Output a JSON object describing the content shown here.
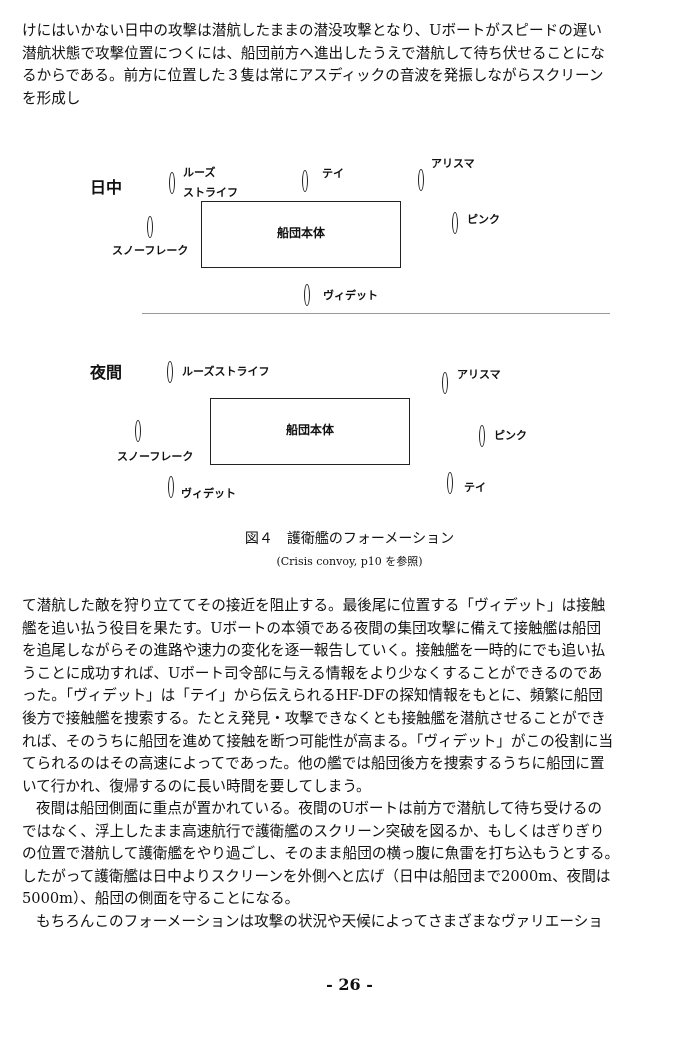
{
  "intro_lines": [
    "けにはいかない日中の攻撃は潜航したままの潜没攻撃となり、Uボートがスピードの遅い",
    "潜航状態で攻撃位置につくには、船団前方へ進出したうえで潜航して待ち伏せることにな",
    "るからである。前方に位置した３隻は常にアスディックの音波を発振しながらスクリーン",
    "を形成し"
  ],
  "figure": {
    "day": {
      "title": "日中",
      "convoy_label": "船団本体",
      "ships": {
        "loosestrife_line1": "ルーズ",
        "loosestrife_line2": "ストライフ",
        "tay": "テイ",
        "alisma": "アリスマ",
        "pink": "ピンク",
        "snowflake": "スノーフレーク",
        "vidette": "ヴィデット"
      }
    },
    "night": {
      "title": "夜間",
      "convoy_label": "船団本体",
      "ships": {
        "loosestrife": "ルーズストライフ",
        "alisma": "アリスマ",
        "pink": "ピンク",
        "snowflake": "スノーフレーク",
        "vidette": "ヴィデット",
        "tay": "テイ"
      }
    },
    "caption": "図４　護衛艦のフォーメーション",
    "source": "(Crisis convoy, p10 を参照)"
  },
  "body_lines": [
    "て潜航した敵を狩り立ててその接近を阻止する。最後尾に位置する「ヴィデット」は接触",
    "艦を追い払う役目を果たす。Uボートの本領である夜間の集団攻撃に備えて接触艦は船団",
    "を追尾しながらその進路や速力の変化を逐一報告していく。接触艦を一時的にでも追い払",
    "うことに成功すれば、Uボート司令部に与える情報をより少なくすることができるのであ",
    "った。「ヴィデット」は「テイ」から伝えられるHF-DFの探知情報をもとに、頻繁に船団",
    "後方で接触艦を捜索する。たとえ発見・攻撃できなくとも接触艦を潜航させることができ",
    "れば、そのうちに船団を進めて接触を断つ可能性が高まる。「ヴィデット」がこの役割に当",
    "てられるのはその高速によってであった。他の艦では船団後方を捜索するうちに船団に置",
    "いて行かれ、復帰するのに長い時間を要してしまう。"
  ],
  "para2_lines": [
    "夜間は船団側面に重点が置かれている。夜間のUボートは前方で潜航して待ち受けるの",
    "ではなく、浮上したまま高速航行で護衛艦のスクリーン突破を図るか、もしくはぎりぎり",
    "の位置で潜航して護衛艦をやり過ごし、そのまま船団の横っ腹に魚雷を打ち込もうとする。",
    "したがって護衛艦は日中よりスクリーンを外側へと広げ（日中は船団まで2000m、夜間は",
    "5000m）、船団の側面を守ることになる。"
  ],
  "para3_lines": [
    "もちろんこのフォーメーションは攻撃の状況や天候によってさまざまなヴァリエーショ"
  ],
  "page_number": "- 26 -"
}
